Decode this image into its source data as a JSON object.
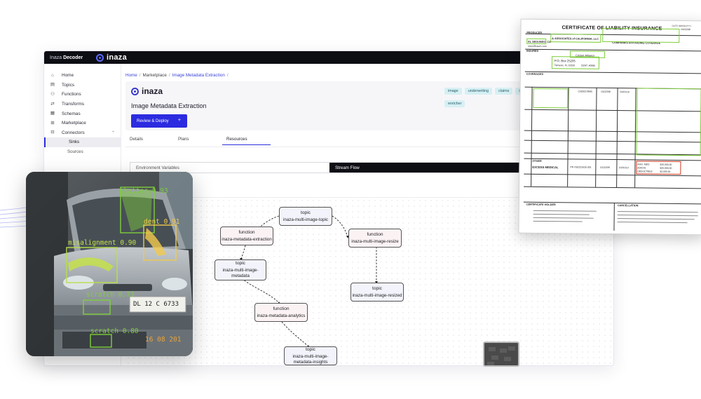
{
  "app": {
    "name_prefix": "Inaza",
    "name_bold": "Decoder",
    "logo_text": "inaza"
  },
  "sidebar": {
    "items": [
      {
        "label": "Home",
        "icon": "home-icon",
        "glyph": "⌂"
      },
      {
        "label": "Topics",
        "icon": "topics-icon",
        "glyph": "▤"
      },
      {
        "label": "Functions",
        "icon": "functions-icon",
        "glyph": "⚇"
      },
      {
        "label": "Transforms",
        "icon": "transforms-icon",
        "glyph": "⇄"
      },
      {
        "label": "Schemas",
        "icon": "schemas-icon",
        "glyph": "▦"
      },
      {
        "label": "Marketplace",
        "icon": "marketplace-icon",
        "glyph": "⊞"
      },
      {
        "label": "Connectors",
        "icon": "connectors-icon",
        "glyph": "⊟"
      }
    ],
    "sub_items": [
      {
        "label": "Sinks",
        "active": true
      },
      {
        "label": "Sources",
        "active": false
      }
    ]
  },
  "breadcrumb": {
    "home": "Home",
    "marketplace": "Marketplace",
    "current": "Image Metadata Extraction"
  },
  "header": {
    "logo_text": "inaza",
    "title": "Image Metadata Extraction",
    "deploy_label": "Review & Deploy",
    "deploy_plus": "+",
    "tags": [
      "image",
      "underwriting",
      "claims",
      "insurance"
    ],
    "tag_extra": "enricher"
  },
  "tabs": [
    "Details",
    "Plans",
    "Resources"
  ],
  "active_tab": "Resources",
  "segments": {
    "left": "Environment Variables",
    "right": "Stream Flow"
  },
  "flow": {
    "nodes": [
      {
        "id": "n1",
        "kind": "topic",
        "label": "inaza-multi-image-topic",
        "type": "tp"
      },
      {
        "id": "n2",
        "kind": "function",
        "label": "inaza-metadata-extraction",
        "type": "fn"
      },
      {
        "id": "n3",
        "kind": "function",
        "label": "inaza-multi-image-resize",
        "type": "fn"
      },
      {
        "id": "n4",
        "kind": "topic",
        "label": "inaza-multi-image-metadata",
        "type": "tp"
      },
      {
        "id": "n5",
        "kind": "topic",
        "label": "inaza-multi-image-resized",
        "type": "tp"
      },
      {
        "id": "n6",
        "kind": "function",
        "label": "inaza-metadata-analytics",
        "type": "fn"
      },
      {
        "id": "n7",
        "kind": "topic",
        "label": "inaza-multi-image-metadata-insights",
        "type": "tp"
      }
    ]
  },
  "car_photo": {
    "detections": [
      {
        "label": "shatter 0.93",
        "color": "#7ecf3a"
      },
      {
        "label": "dent 0.91",
        "color": "#f2c94c"
      },
      {
        "label": "misalignment 0.90",
        "color": "#b8e04a"
      },
      {
        "label": "scratch 0.73",
        "color": "#7ecf3a"
      },
      {
        "label": "scratch 0.80",
        "color": "#7ecf3a"
      }
    ],
    "plate": "DL 12 C 6733",
    "timestamp": "16 08 201"
  },
  "certificate": {
    "title": "CERTIFICATE OF LIABILITY INSURANCE",
    "date_label": "DATE (MM/DD/YY)",
    "date_value": "01/22/08",
    "producer_label": "PRODUCER",
    "producer_name": "& ASSOCIATES of CALIFORNIA, LLC",
    "producer_city": "EL SEGUNDO, CA",
    "producer_web": "www.f8ssure.com",
    "companies_label": "COMPANIES AFFORDING COVERAGE",
    "insured_label": "INSURED",
    "insured_name": "Cricket Alliance",
    "insured_box": "P.O. Box 25205",
    "insured_city": "Tamarac, FL 33320",
    "insured_cert": "CERT. #0080",
    "coverages_label": "COVERAGES",
    "policy_number": "C5002178M5",
    "policy_eff": "01/22/08",
    "policy_exp": "01/01/10",
    "other_label": "OTHER",
    "excess_label": "EXCESS MEDICAL",
    "excess_policy": "PN VS0Z21630.001",
    "excess_eff": "01/22/08",
    "excess_exp": "01/01/10",
    "limits": [
      {
        "label": "AGG. MED",
        "value": "$20,000.00"
      },
      {
        "label": "(EACH)",
        "value": "$20,000.00"
      },
      {
        "label": "DEDUCTIBLE",
        "value": "$2,000.00"
      }
    ],
    "holder_label": "CERTIFICATE HOLDER",
    "cancellation_label": "CANCELLATION"
  }
}
